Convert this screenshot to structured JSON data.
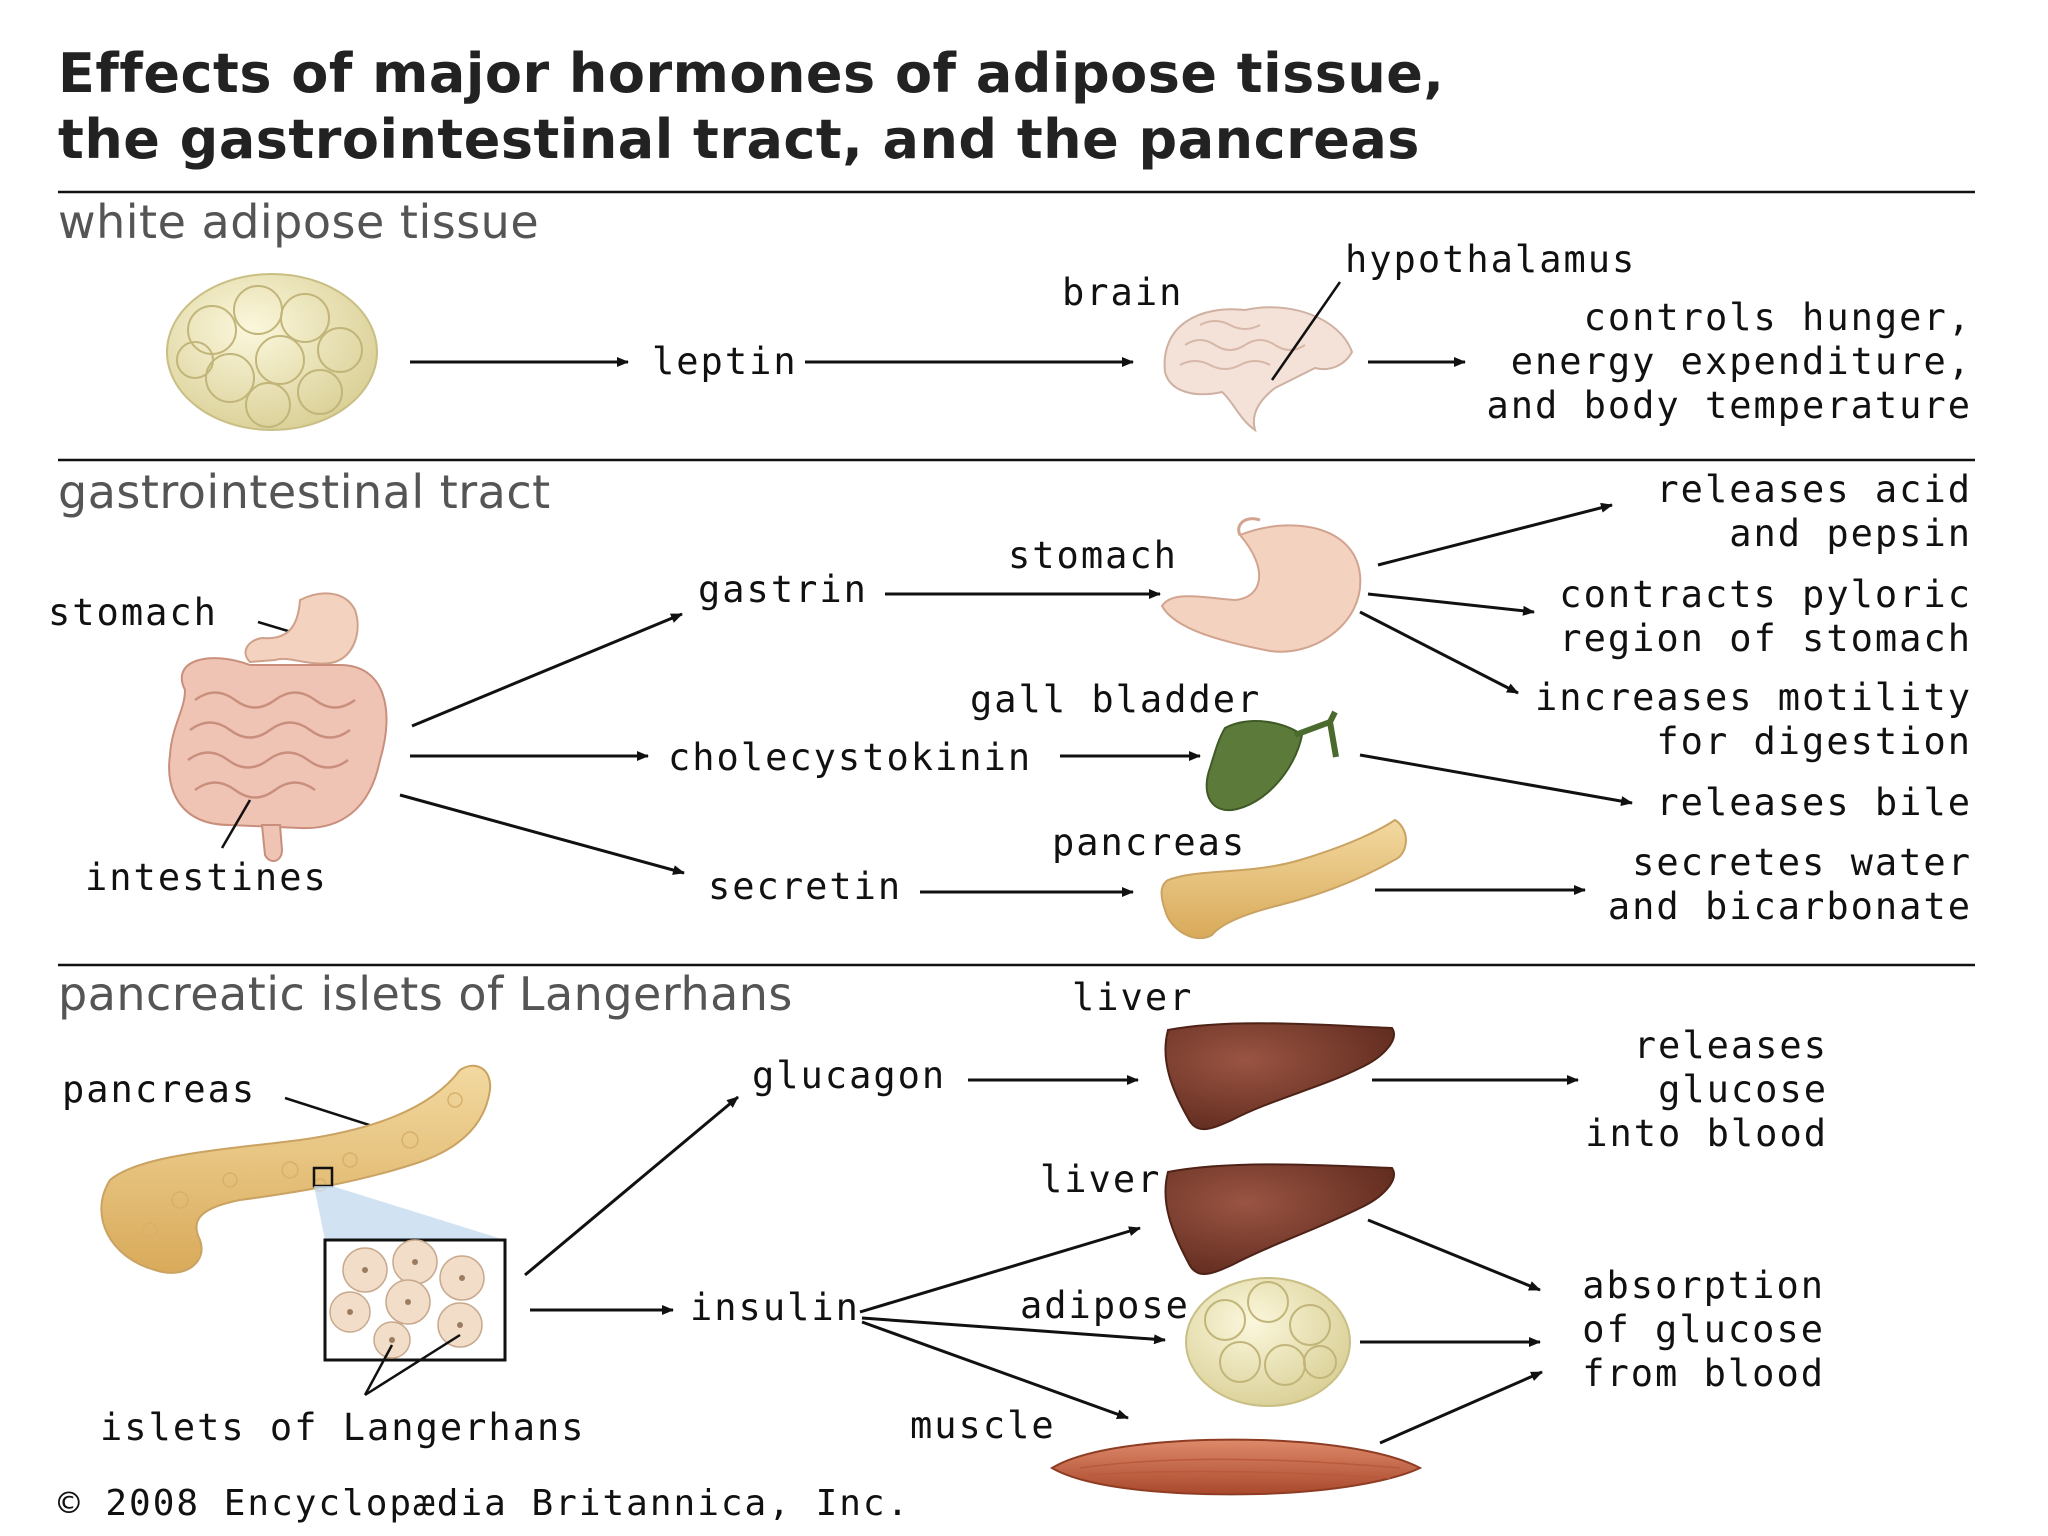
{
  "title": [
    "Effects of major hormones of adipose tissue,",
    "the gastrointestinal tract, and the pancreas"
  ],
  "sections": {
    "adipose": {
      "heading": "white adipose tissue",
      "hormone": "leptin",
      "brain": "brain",
      "hypothalamus": "hypothalamus",
      "effect": [
        "controls hunger,",
        "energy expenditure,",
        "and body temperature"
      ]
    },
    "gi": {
      "heading": "gastrointestinal tract",
      "stomach_source": "stomach",
      "intestines": "intestines",
      "gastrin": "gastrin",
      "cholecystokinin": "cholecystokinin",
      "secretin": "secretin",
      "stomach_target": "stomach",
      "gall_bladder": "gall bladder",
      "pancreas": "pancreas",
      "effect_acid": [
        "releases acid",
        "and pepsin"
      ],
      "effect_pyloric": [
        "contracts pyloric",
        "region of stomach"
      ],
      "effect_motility": [
        "increases motility",
        "for digestion"
      ],
      "effect_bile": "releases bile",
      "effect_bicarb": [
        "secretes water",
        "and bicarbonate"
      ]
    },
    "islets": {
      "heading": "pancreatic islets of Langerhans",
      "pancreas": "pancreas",
      "islets_label": "islets of Langerhans",
      "glucagon": "glucagon",
      "insulin": "insulin",
      "liver1": "liver",
      "liver2": "liver",
      "adipose": "adipose",
      "muscle": "muscle",
      "effect_glucose_release": [
        "releases",
        "glucose",
        "into blood"
      ],
      "effect_absorption": [
        "absorption",
        "of glucose",
        "from blood"
      ]
    }
  },
  "copyright": "© 2008 Encyclopædia Britannica, Inc.",
  "colors": {
    "adipose_fill": "#ece5b6",
    "brain_fill": "#f4e2d8",
    "stomach_fill": "#f3d3c0",
    "intestine_fill": "#f0c4b4",
    "gallbladder_fill": "#5c7a3a",
    "pancreas_fill": "#e8c27a",
    "liver_fill": "#7e4030",
    "muscle_fill": "#c96b4c",
    "islet_fill": "#f2ddc9",
    "zoom_fill": "#c6dcf0"
  }
}
